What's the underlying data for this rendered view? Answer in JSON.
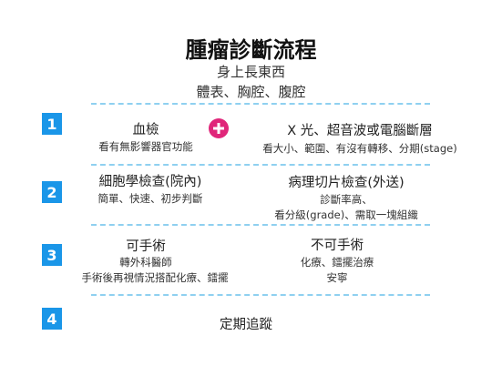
{
  "title": "腫瘤診斷流程",
  "subtitle_line1": "身上長東西",
  "subtitle_line2": "體表、胸腔、腹腔",
  "steps": [
    {
      "number": "1",
      "left": {
        "heading": "血檢",
        "lines": [
          "看有無影響器官功能"
        ]
      },
      "connector": "plus-icon",
      "right": {
        "heading": "X 光、超音波或電腦斷層",
        "lines": [
          "看大小、範圍、有沒有轉移、分期(stage)"
        ]
      }
    },
    {
      "number": "2",
      "left": {
        "heading": "細胞學檢查(院內)",
        "lines": [
          "簡單、快速、初步判斷"
        ]
      },
      "right": {
        "heading": "病理切片檢查(外送)",
        "lines": [
          "診斷率高、",
          "看分級(grade)、需取一塊組織"
        ]
      }
    },
    {
      "number": "3",
      "left": {
        "heading": "可手術",
        "lines": [
          "轉外科醫師",
          "手術後再視情況搭配化療、鐳擺"
        ]
      },
      "right": {
        "heading": "不可手術",
        "lines": [
          "化療、鐳擺治療",
          "安寧"
        ]
      }
    },
    {
      "number": "4",
      "center": {
        "heading": "定期追蹤"
      }
    }
  ],
  "colors": {
    "badge": "#1a96e8",
    "divider": "#8fd0f0",
    "plus": "#e0267a"
  }
}
